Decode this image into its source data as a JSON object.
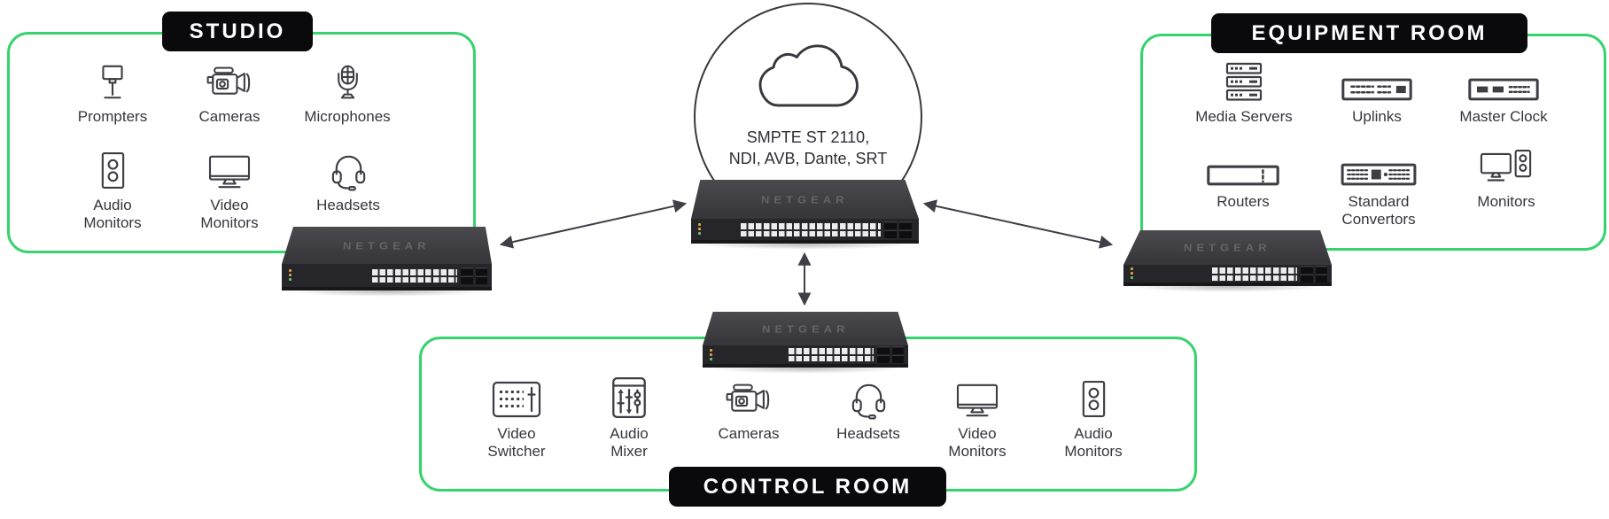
{
  "cloud": {
    "protocols_line1": "SMPTE ST 2110,",
    "protocols_line2": "NDI, AVB, Dante, SRT"
  },
  "switches": {
    "brand": "NETGEAR"
  },
  "zones": {
    "studio": {
      "title": "STUDIO",
      "items": [
        {
          "label": "Prompters",
          "icon": "prompter-icon"
        },
        {
          "label": "Cameras",
          "icon": "video-camera-icon"
        },
        {
          "label": "Microphones",
          "icon": "microphone-icon"
        },
        {
          "label": "Audio\nMonitors",
          "icon": "speaker-icon"
        },
        {
          "label": "Video\nMonitors",
          "icon": "monitor-icon"
        },
        {
          "label": "Headsets",
          "icon": "headset-icon"
        }
      ]
    },
    "equipment_room": {
      "title": "EQUIPMENT ROOM",
      "items": [
        {
          "label": "Media Servers",
          "icon": "server-stack-icon"
        },
        {
          "label": "Uplinks",
          "icon": "patch-panel-icon"
        },
        {
          "label": "Master Clock",
          "icon": "clock-unit-icon"
        },
        {
          "label": "Routers",
          "icon": "router-icon"
        },
        {
          "label": "Standard\nConvertors",
          "icon": "converter-icon"
        },
        {
          "label": "Monitors",
          "icon": "monitor-speaker-icon"
        }
      ]
    },
    "control_room": {
      "title": "CONTROL ROOM",
      "items": [
        {
          "label": "Video\nSwitcher",
          "icon": "video-switcher-icon"
        },
        {
          "label": "Audio\nMixer",
          "icon": "audio-mixer-icon"
        },
        {
          "label": "Cameras",
          "icon": "video-camera-icon"
        },
        {
          "label": "Headsets",
          "icon": "headset-icon"
        },
        {
          "label": "Video\nMonitors",
          "icon": "monitor-icon"
        },
        {
          "label": "Audio\nMonitors",
          "icon": "speaker-icon"
        }
      ]
    }
  },
  "colors": {
    "accent_green": "#35d36e",
    "label_bg": "#0a0a0c",
    "label_text": "#ffffff",
    "text": "#35353c",
    "icon": "#3d3d44",
    "arrow": "#3f3f47",
    "outline": "#38383e"
  }
}
